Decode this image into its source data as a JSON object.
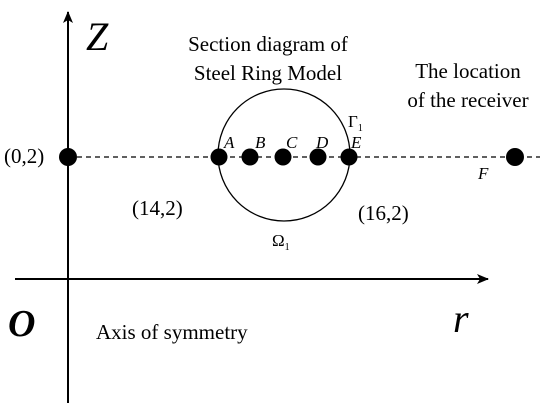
{
  "axes": {
    "vertical_label": "Z",
    "horizontal_label": "r",
    "origin_label": "O"
  },
  "section_title": {
    "line1": "Section diagram of",
    "line2": "Steel Ring Model"
  },
  "receiver_title": {
    "line1": "The location",
    "line2": "of the receiver"
  },
  "boundary_label": {
    "symbol": "Γ",
    "subscript": "1"
  },
  "region_label": {
    "symbol": "Ω",
    "subscript": "1"
  },
  "points": {
    "A": "A",
    "B": "B",
    "C": "C",
    "D": "D",
    "E": "E",
    "F": "F"
  },
  "coordinates": {
    "left": "(0,2)",
    "ring_left": "(14,2)",
    "ring_right": "(16,2)"
  },
  "symmetry_label": "Axis of symmetry"
}
